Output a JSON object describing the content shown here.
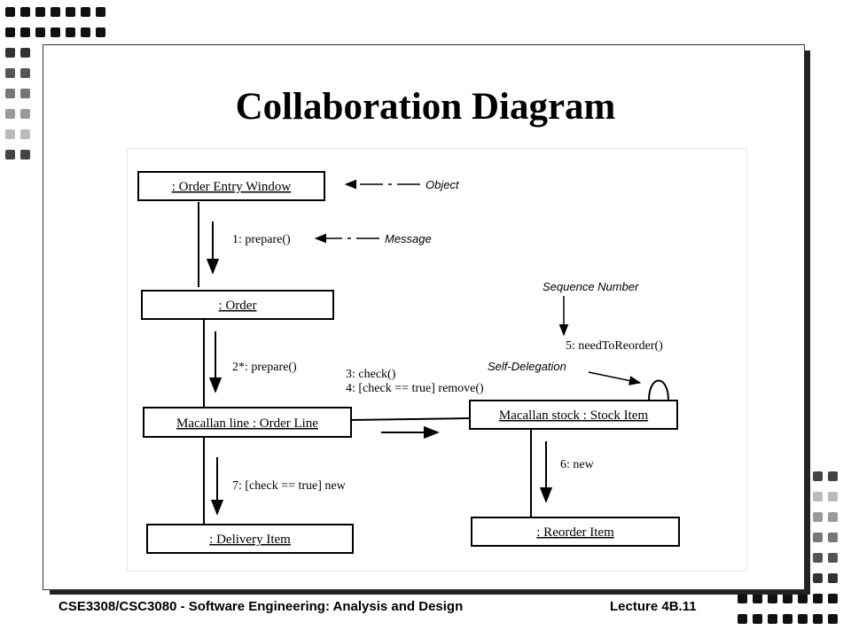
{
  "slide": {
    "title": "Collaboration Diagram"
  },
  "diagram": {
    "objects": {
      "order_entry_window": ": Order Entry Window",
      "order": ": Order",
      "macallan_line": "Macallan line : Order Line",
      "macallan_stock": "Macallan stock : Stock Item",
      "delivery_item": ": Delivery Item",
      "reorder_item": ": Reorder Item"
    },
    "messages": {
      "m1": "1: prepare()",
      "m2": "2*: prepare()",
      "m3": "3: check()",
      "m4": "4: [check == true] remove()",
      "m5": "5: needToReorder()",
      "m6": "6: new",
      "m7": "7: [check == true] new"
    },
    "notes": {
      "object": "Object",
      "message": "Message",
      "sequence_number": "Sequence Number",
      "self_delegation": "Self-Delegation"
    }
  },
  "footer": {
    "course": "CSE3308/CSC3080 - Software Engineering: Analysis and Design",
    "lecture": "Lecture 4B.11"
  }
}
